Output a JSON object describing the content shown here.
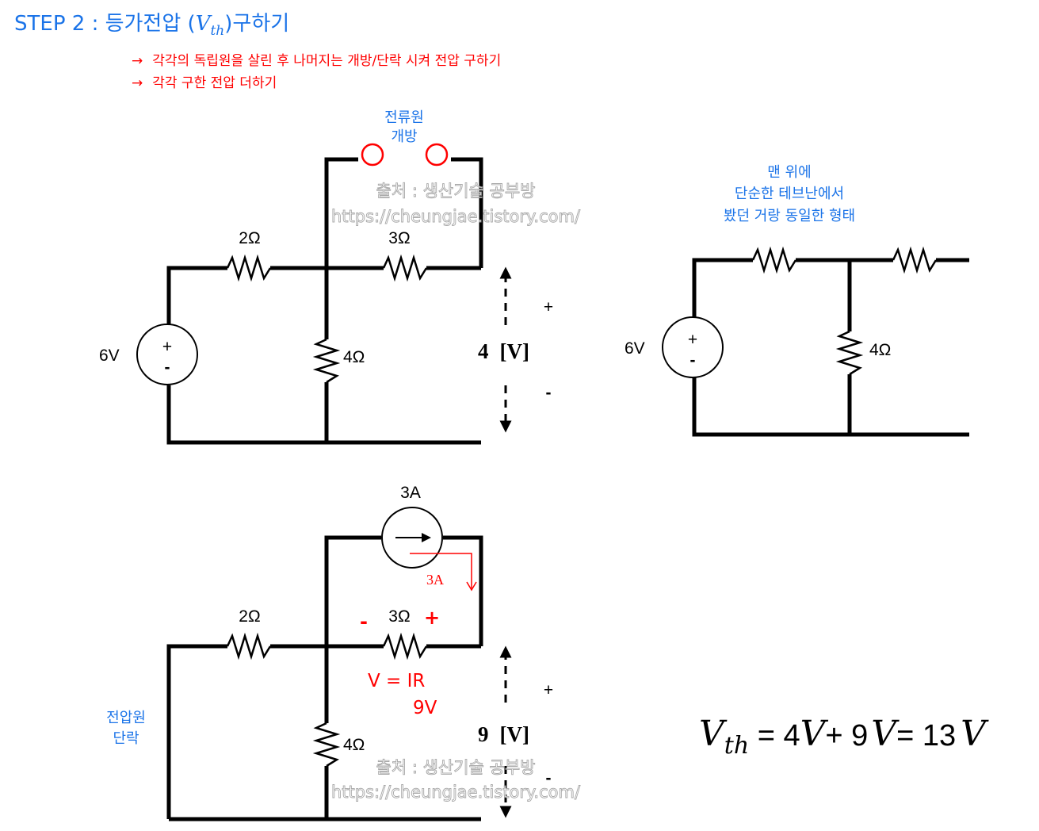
{
  "colors": {
    "title_blue": "#1a73e8",
    "note_red": "#ff0000",
    "note_blue": "#1a73e8",
    "wire": "#000000",
    "open_terminal": "#ff0000",
    "watermark": "#b0b0b0"
  },
  "header": {
    "step": "STEP 2 : ",
    "title_pre": "등가전압 (",
    "title_v": "V",
    "title_sub": "th",
    "title_post": ")구하기"
  },
  "notes": {
    "line1_arrow": "→",
    "line1": "각각의 독립원을 살린 후 나머지는 개방/단락 시켜 전압 구하기",
    "line2_arrow": "→",
    "line2": "각각 구한 전압 더하기"
  },
  "circuit1": {
    "open_note_line1": "전류원",
    "open_note_line2": "개방",
    "r1": "2Ω",
    "r2": "3Ω",
    "r3": "4Ω",
    "source_label": "6V",
    "source_plus": "+",
    "source_minus": "-",
    "vout_plus": "+",
    "vout_minus": "-",
    "vout_value": "4",
    "vout_unit": "[V]"
  },
  "circuit2": {
    "note_line1": "맨 위에",
    "note_line2": "단순한 테브난에서",
    "note_line3": "봤던 거랑 동일한 형태",
    "source_label": "6V",
    "source_plus": "+",
    "source_minus": "-",
    "r3": "4Ω"
  },
  "circuit3": {
    "current_label": "3A",
    "current_note": "3A",
    "r1": "2Ω",
    "r2": "3Ω",
    "r3": "4Ω",
    "r2_minus": "-",
    "r2_plus": "+",
    "ohm_law": "V = IR",
    "ohm_result": "9V",
    "short_note_line1": "전압원",
    "short_note_line2": "단락",
    "vout_plus": "+",
    "vout_minus": "-",
    "vout_value": "9",
    "vout_unit": "[V]"
  },
  "watermark": {
    "line1": "출처 : 생산기술 공부방",
    "line2": "https://cheungjae.tistory.com/"
  },
  "equation": {
    "lhs_v": "V",
    "lhs_sub": "th",
    "eq": " = 4",
    "v1": "V",
    "plus": "+ 9",
    "v2": "V",
    "eq2": "= 13",
    "v3": "V"
  }
}
